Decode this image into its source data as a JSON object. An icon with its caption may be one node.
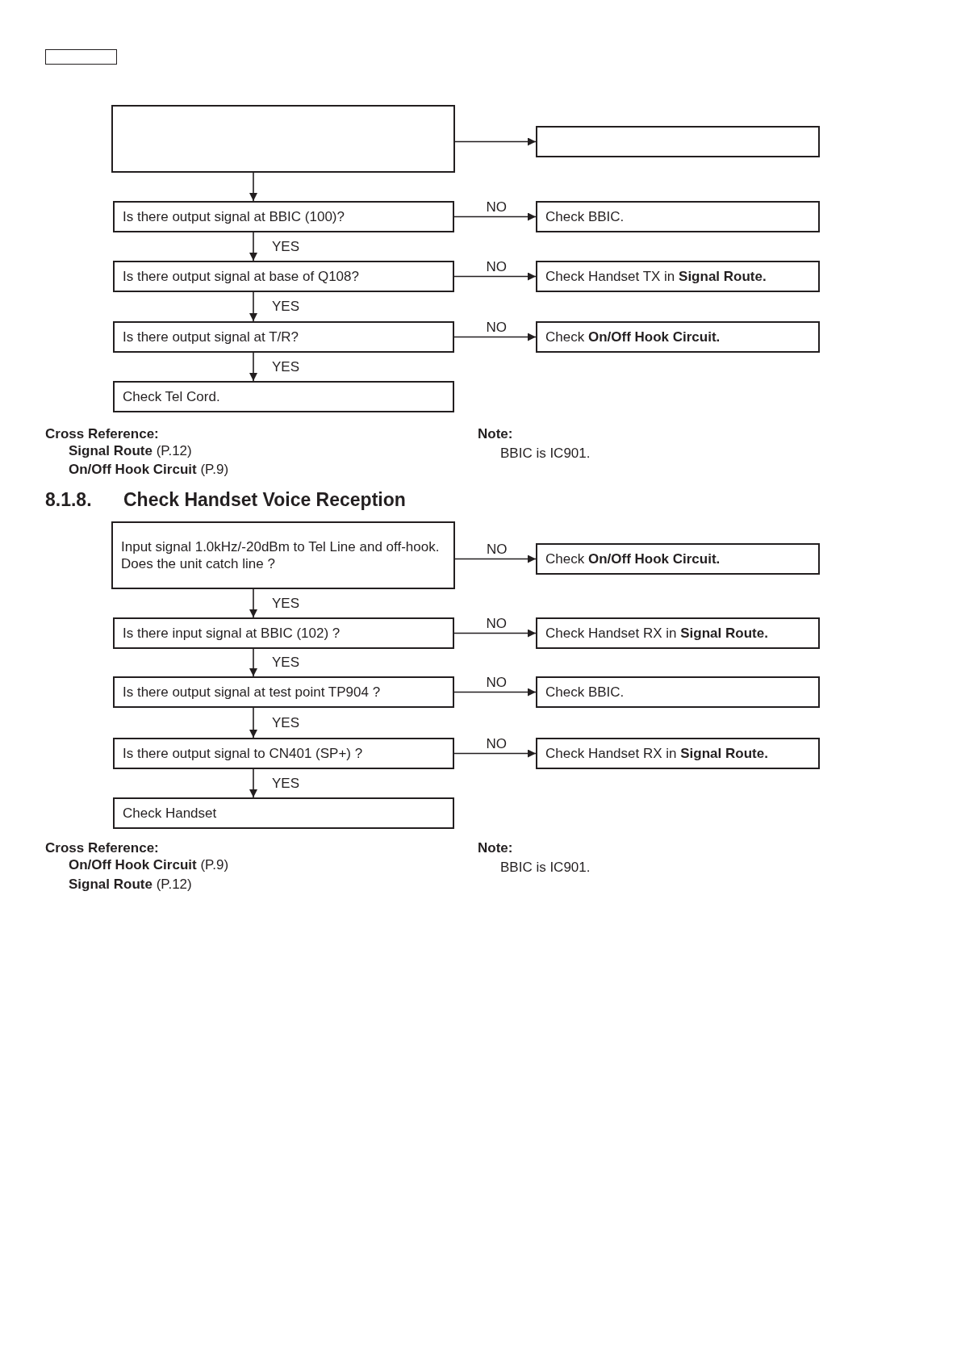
{
  "diagram": {
    "nodes": [
      {
        "text": [],
        "shape": "box"
      },
      {
        "text": [],
        "shape": "box"
      },
      {
        "text": [],
        "shape": "box"
      },
      {
        "text": [
          "Is there output signal at BBIC (100)?"
        ]
      },
      {
        "text": [
          "Check BBIC."
        ]
      },
      {
        "text": [
          "Is there output signal at base of Q108?"
        ]
      },
      {
        "text": [
          "Check Handset TX in **Signal Route.**"
        ]
      },
      {
        "text": [
          "Is there output signal at T/R?"
        ]
      },
      {
        "text": [
          "Check **On/Off Hook Circuit.**"
        ]
      },
      {
        "text": [
          "Check Tel Cord."
        ]
      },
      {
        "text": [
          "Input signal 1.0kHz/-20dBm to Tel Line and off-hook.",
          "Does the unit catch line ?"
        ]
      },
      {
        "text": [
          "Check **On/Off Hook Circuit.**"
        ]
      },
      {
        "text": [
          "Is there input signal at BBIC (102) ?"
        ]
      },
      {
        "text": [
          "Check Handset RX in **Signal Route.**"
        ]
      },
      {
        "text": [
          "Is there output signal at test point TP904 ?"
        ]
      },
      {
        "text": [
          "Check BBIC."
        ]
      },
      {
        "text": [
          "Is there output signal to CN401 (SP+) ?"
        ]
      },
      {
        "text": [
          "Check Handset RX in **Signal Route.**"
        ]
      },
      {
        "text": [
          "Check Handset"
        ]
      }
    ],
    "edges": [
      {
        "from": 1,
        "to": 2,
        "arrow": "to"
      },
      {
        "from": 1,
        "to": 3,
        "arrow": "to"
      },
      {
        "from": 3,
        "to": 4,
        "arrow": "to",
        "label": "NO"
      },
      {
        "from": 3,
        "to": 5,
        "arrow": "to",
        "label": "YES"
      },
      {
        "from": 5,
        "to": 6,
        "arrow": "to",
        "label": "NO"
      },
      {
        "from": 5,
        "to": 7,
        "arrow": "to",
        "label": "YES"
      },
      {
        "from": 7,
        "to": 8,
        "arrow": "to",
        "label": "NO"
      },
      {
        "from": 7,
        "to": 9,
        "arrow": "to",
        "label": "YES"
      },
      {
        "from": 10,
        "to": 11,
        "arrow": "to",
        "label": "NO"
      },
      {
        "from": 10,
        "to": 12,
        "arrow": "to",
        "label": "YES"
      },
      {
        "from": 12,
        "to": 13,
        "arrow": "to",
        "label": "NO"
      },
      {
        "from": 12,
        "to": 14,
        "arrow": "to",
        "label": "YES"
      },
      {
        "from": 14,
        "to": 15,
        "arrow": "to",
        "label": "NO"
      },
      {
        "from": 14,
        "to": 16,
        "arrow": "to",
        "label": "YES"
      },
      {
        "from": 16,
        "to": 17,
        "arrow": "to",
        "label": "NO"
      },
      {
        "from": 16,
        "to": 18,
        "arrow": "to",
        "label": "YES"
      }
    ],
    "labels": [
      "Cross Reference:",
      "**Signal Route** (P.12)",
      "**On/Off Hook Circuit** (P.9)",
      "Note:",
      "BBIC is IC901.",
      "8.1.8.",
      "Check Handset Voice Reception",
      "Cross Reference:",
      "**On/Off Hook Circuit** (P.9)",
      "**Signal Route** (P.12)",
      "Note:",
      "BBIC is IC901."
    ]
  }
}
